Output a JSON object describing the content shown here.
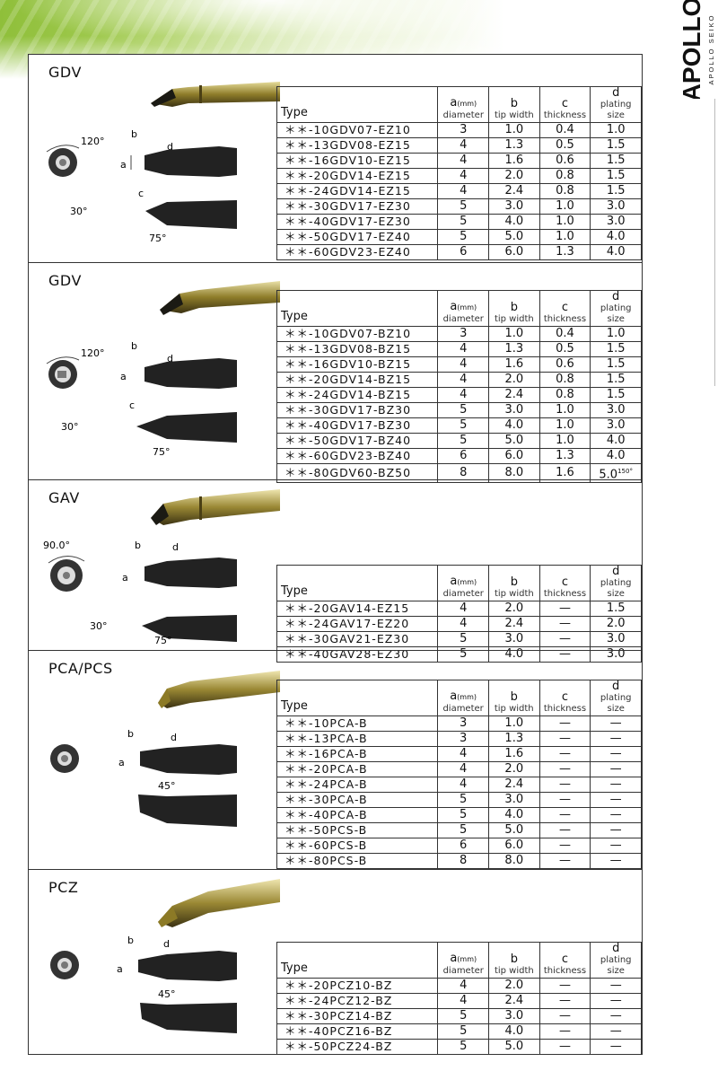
{
  "brand": {
    "name": "APOLLO",
    "sub": "APOLLO SEIKO"
  },
  "columns": {
    "type": "Type",
    "a": {
      "letter": "a",
      "unit": "(mm)",
      "label": "diameter"
    },
    "b": {
      "letter": "b",
      "label": "tip width"
    },
    "c": {
      "letter": "c",
      "label": "thickness"
    },
    "d": {
      "letter": "d",
      "label": "plating size"
    }
  },
  "diagram_labels": {
    "angle_120": "120°",
    "angle_90": "90.0°",
    "angle_30": "30°",
    "angle_75": "75°",
    "angle_45": "45°",
    "a": "a",
    "b": "b",
    "c": "c",
    "d": "d"
  },
  "sections": [
    {
      "title": "GDV",
      "rows": [
        {
          "type": "＊＊-10GDV07-EZ10",
          "a": "3",
          "b": "1.0",
          "c": "0.4",
          "d": "1.0"
        },
        {
          "type": "＊＊-13GDV08-EZ15",
          "a": "4",
          "b": "1.3",
          "c": "0.5",
          "d": "1.5"
        },
        {
          "type": "＊＊-16GDV10-EZ15",
          "a": "4",
          "b": "1.6",
          "c": "0.6",
          "d": "1.5"
        },
        {
          "type": "＊＊-20GDV14-EZ15",
          "a": "4",
          "b": "2.0",
          "c": "0.8",
          "d": "1.5"
        },
        {
          "type": "＊＊-24GDV14-EZ15",
          "a": "4",
          "b": "2.4",
          "c": "0.8",
          "d": "1.5"
        },
        {
          "type": "＊＊-30GDV17-EZ30",
          "a": "5",
          "b": "3.0",
          "c": "1.0",
          "d": "3.0"
        },
        {
          "type": "＊＊-40GDV17-EZ30",
          "a": "5",
          "b": "4.0",
          "c": "1.0",
          "d": "3.0"
        },
        {
          "type": "＊＊-50GDV17-EZ40",
          "a": "5",
          "b": "5.0",
          "c": "1.0",
          "d": "4.0"
        },
        {
          "type": "＊＊-60GDV23-EZ40",
          "a": "6",
          "b": "6.0",
          "c": "1.3",
          "d": "4.0"
        }
      ]
    },
    {
      "title": "GDV",
      "rows": [
        {
          "type": "＊＊-10GDV07-BZ10",
          "a": "3",
          "b": "1.0",
          "c": "0.4",
          "d": "1.0"
        },
        {
          "type": "＊＊-13GDV08-BZ15",
          "a": "4",
          "b": "1.3",
          "c": "0.5",
          "d": "1.5"
        },
        {
          "type": "＊＊-16GDV10-BZ15",
          "a": "4",
          "b": "1.6",
          "c": "0.6",
          "d": "1.5"
        },
        {
          "type": "＊＊-20GDV14-BZ15",
          "a": "4",
          "b": "2.0",
          "c": "0.8",
          "d": "1.5"
        },
        {
          "type": "＊＊-24GDV14-BZ15",
          "a": "4",
          "b": "2.4",
          "c": "0.8",
          "d": "1.5"
        },
        {
          "type": "＊＊-30GDV17-BZ30",
          "a": "5",
          "b": "3.0",
          "c": "1.0",
          "d": "3.0"
        },
        {
          "type": "＊＊-40GDV17-BZ30",
          "a": "5",
          "b": "4.0",
          "c": "1.0",
          "d": "3.0"
        },
        {
          "type": "＊＊-50GDV17-BZ40",
          "a": "5",
          "b": "5.0",
          "c": "1.0",
          "d": "4.0"
        },
        {
          "type": "＊＊-60GDV23-BZ40",
          "a": "6",
          "b": "6.0",
          "c": "1.3",
          "d": "4.0"
        },
        {
          "type": "＊＊-80GDV60-BZ50",
          "a": "8",
          "b": "8.0",
          "c": "1.6",
          "d": "5.0",
          "d_note": "150°"
        }
      ]
    },
    {
      "title": "GAV",
      "rows": [
        {
          "type": "＊＊-20GAV14-EZ15",
          "a": "4",
          "b": "2.0",
          "c": "—",
          "d": "1.5"
        },
        {
          "type": "＊＊-24GAV17-EZ20",
          "a": "4",
          "b": "2.4",
          "c": "—",
          "d": "2.0"
        },
        {
          "type": "＊＊-30GAV21-EZ30",
          "a": "5",
          "b": "3.0",
          "c": "—",
          "d": "3.0"
        },
        {
          "type": "＊＊-40GAV28-EZ30",
          "a": "5",
          "b": "4.0",
          "c": "—",
          "d": "3.0"
        }
      ]
    },
    {
      "title": "PCA/PCS",
      "rows": [
        {
          "type": "＊＊-10PCA-B",
          "a": "3",
          "b": "1.0",
          "c": "—",
          "d": "—"
        },
        {
          "type": "＊＊-13PCA-B",
          "a": "3",
          "b": "1.3",
          "c": "—",
          "d": "—"
        },
        {
          "type": "＊＊-16PCA-B",
          "a": "4",
          "b": "1.6",
          "c": "—",
          "d": "—"
        },
        {
          "type": "＊＊-20PCA-B",
          "a": "4",
          "b": "2.0",
          "c": "—",
          "d": "—"
        },
        {
          "type": "＊＊-24PCA-B",
          "a": "4",
          "b": "2.4",
          "c": "—",
          "d": "—"
        },
        {
          "type": "＊＊-30PCA-B",
          "a": "5",
          "b": "3.0",
          "c": "—",
          "d": "—"
        },
        {
          "type": "＊＊-40PCA-B",
          "a": "5",
          "b": "4.0",
          "c": "—",
          "d": "—"
        },
        {
          "type": "＊＊-50PCS-B",
          "a": "5",
          "b": "5.0",
          "c": "—",
          "d": "—"
        },
        {
          "type": "＊＊-60PCS-B",
          "a": "6",
          "b": "6.0",
          "c": "—",
          "d": "—"
        },
        {
          "type": "＊＊-80PCS-B",
          "a": "8",
          "b": "8.0",
          "c": "—",
          "d": "—"
        }
      ]
    },
    {
      "title": "PCZ",
      "rows": [
        {
          "type": "＊＊-20PCZ10-BZ",
          "a": "4",
          "b": "2.0",
          "c": "—",
          "d": "—"
        },
        {
          "type": "＊＊-24PCZ12-BZ",
          "a": "4",
          "b": "2.4",
          "c": "—",
          "d": "—"
        },
        {
          "type": "＊＊-30PCZ14-BZ",
          "a": "5",
          "b": "3.0",
          "c": "—",
          "d": "—"
        },
        {
          "type": "＊＊-40PCZ16-BZ",
          "a": "5",
          "b": "4.0",
          "c": "—",
          "d": "—"
        },
        {
          "type": "＊＊-50PCZ24-BZ",
          "a": "5",
          "b": "5.0",
          "c": "—",
          "d": "—"
        }
      ]
    }
  ]
}
